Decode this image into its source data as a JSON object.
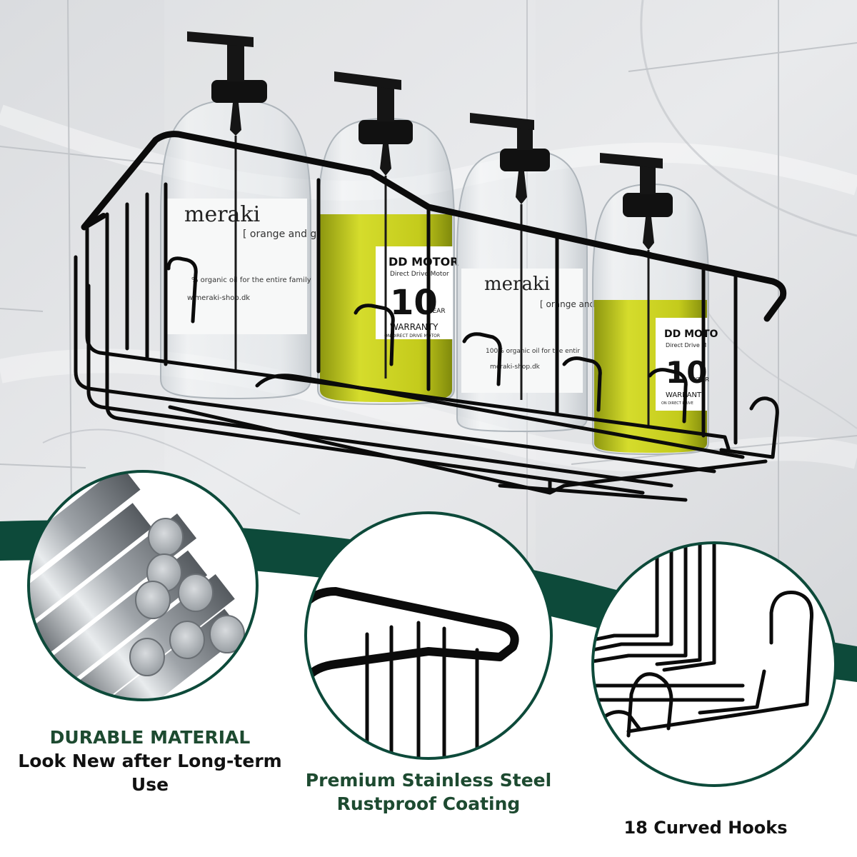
{
  "product": {
    "bottles": [
      {
        "brand": "meraki",
        "tag": "[ orange and gr",
        "line": "% organic oil for the entire family",
        "site": "w.meraki-shop.dk"
      },
      {
        "brand": "DD MOTOR",
        "sub": "Direct Drive Motor",
        "big": "10",
        "year": "YEAR",
        "warranty": "WARRANTY",
        "fine": "ON DIRECT DRIVE MOTOR"
      },
      {
        "brand": "meraki",
        "tag": "[ orange and",
        "line": "100% organic oil for the entir",
        "site": "meraki-shop.dk"
      },
      {
        "brand": "DD MOTO",
        "sub": "Direct Drive M",
        "big": "10",
        "year": "YEAR",
        "warranty": "WARRANT",
        "fine": "ON DIRECT DRIVE"
      }
    ]
  },
  "features": [
    {
      "title": "DURABLE MATERIAL",
      "subtitle": "Look New after Long-term Use"
    },
    {
      "title": "Premium Stainless Steel",
      "subtitle": "Rustproof Coating"
    },
    {
      "title": "18 Curved Hooks"
    }
  ],
  "colors": {
    "accent": "#0d4a3a",
    "caption_title": "#1d4a30",
    "rack": "#0b0b0b",
    "oil": "#c6cc1c"
  }
}
